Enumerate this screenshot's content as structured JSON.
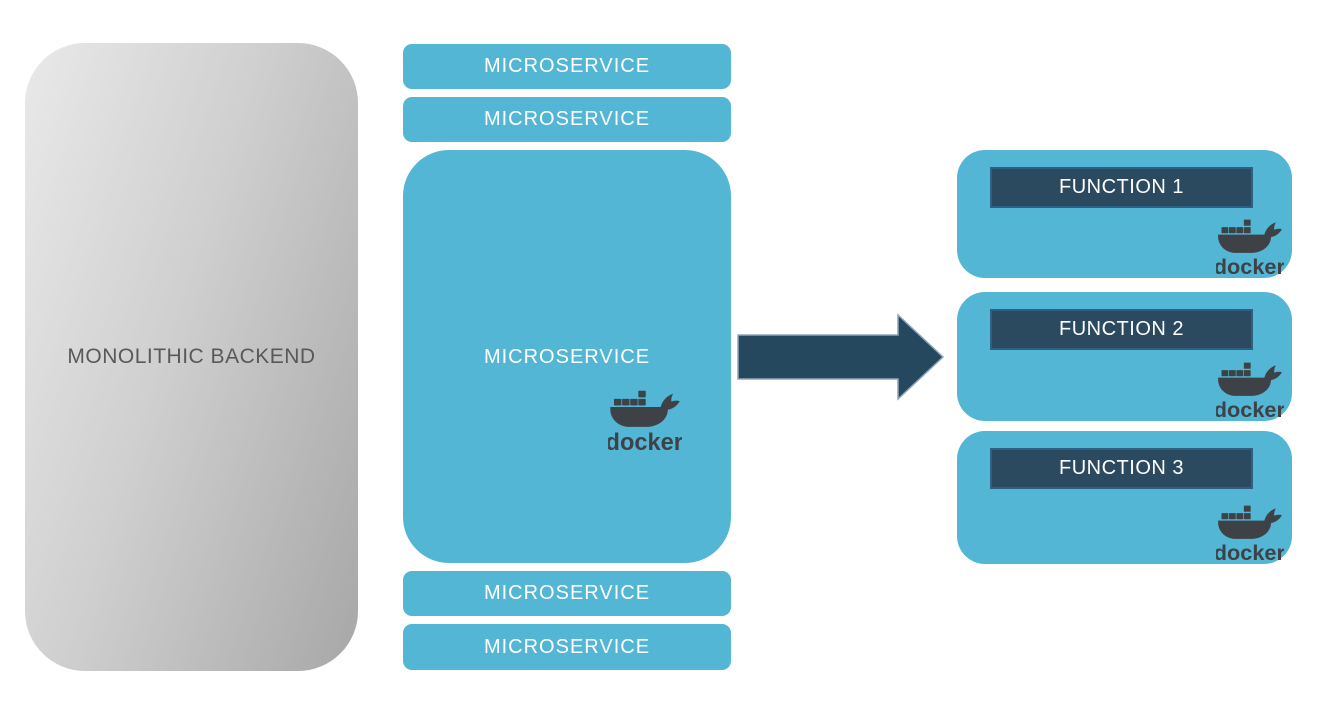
{
  "monolith": {
    "label": "MONOLITHIC BACKEND"
  },
  "middle": {
    "top_bars": [
      "MICROSERVICE",
      "MICROSERVICE"
    ],
    "main_label": "MICROSERVICE",
    "bottom_bars": [
      "MICROSERVICE",
      "MICROSERVICE"
    ]
  },
  "functions": [
    {
      "label": "FUNCTION 1"
    },
    {
      "label": "FUNCTION 2"
    },
    {
      "label": "FUNCTION 3"
    }
  ],
  "docker_wordmark": "docker",
  "colors": {
    "teal": "#52b6d4",
    "navy_banner": "#2b4a5f",
    "navy_banner_border": "#2d6082",
    "arrow_fill": "#26485f",
    "arrow_outline": "#8fa5b8",
    "monolith_gradient_from": "#e9e9e9",
    "monolith_gradient_to": "#a7a7a7",
    "monolith_text": "#595959",
    "docker_logo": "#3e4247",
    "label_text": "#ffffff",
    "background": "#ffffff"
  }
}
